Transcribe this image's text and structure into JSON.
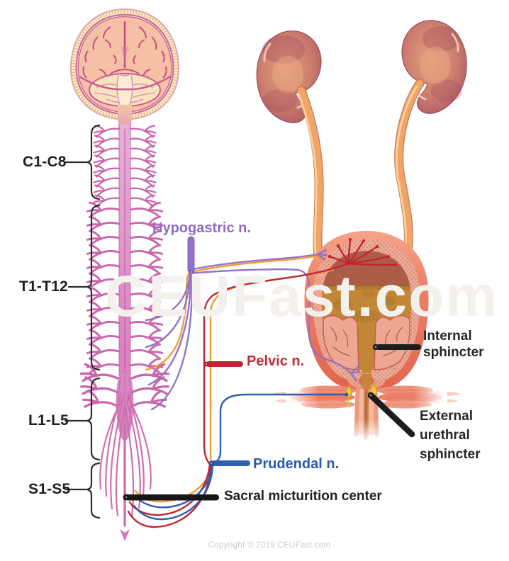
{
  "diagram": {
    "title_semantic": "Nervous control of micturition",
    "watermark": "CEUFast.com",
    "copyright": "Copyright © 2019 CEUFast.com"
  },
  "spine": {
    "segments": [
      {
        "id": "cervical",
        "label": "C1-C8"
      },
      {
        "id": "thoracic",
        "label": "T1-T12"
      },
      {
        "id": "lumbar",
        "label": "L1-L5"
      },
      {
        "id": "sacral",
        "label": "S1-S5"
      }
    ]
  },
  "nerves": {
    "hypogastric": {
      "label": "Hypogastric n.",
      "color": "#8f6cc0"
    },
    "pelvic": {
      "label": "Pelvic n.",
      "color": "#c22b38"
    },
    "prudendal": {
      "label": "Prudendal n.",
      "color": "#2a5caa"
    },
    "orange_pathway_color": "#f19c3b"
  },
  "anatomy": {
    "sacral_micturition_center": {
      "label": "Sacral micturition center"
    },
    "internal_sphincter": {
      "label": "Internal sphincter"
    },
    "external_urethral_sphincter": {
      "label": "External urethral sphincter"
    }
  }
}
